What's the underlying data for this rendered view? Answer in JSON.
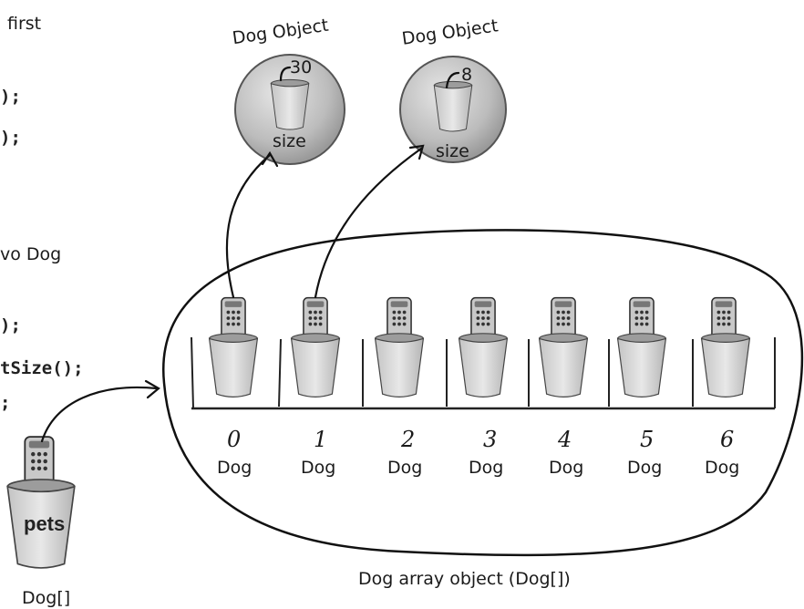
{
  "code_fragments": {
    "line1": "first",
    "line2": ");",
    "line3": ");",
    "line4": "vo Dog",
    "line5": ");",
    "line6": "tSize();",
    "line7": ";"
  },
  "dog_objects": [
    {
      "title": "Dog Object",
      "size_value": "30",
      "var_label": "size"
    },
    {
      "title": "Dog Object",
      "size_value": "8",
      "var_label": "size"
    }
  ],
  "array": {
    "indices": [
      "0",
      "1",
      "2",
      "3",
      "4",
      "5",
      "6"
    ],
    "type_label": "Dog",
    "caption": "Dog array object (Dog[])"
  },
  "reference": {
    "cup_label": "pets",
    "type_label": "Dog[]"
  }
}
